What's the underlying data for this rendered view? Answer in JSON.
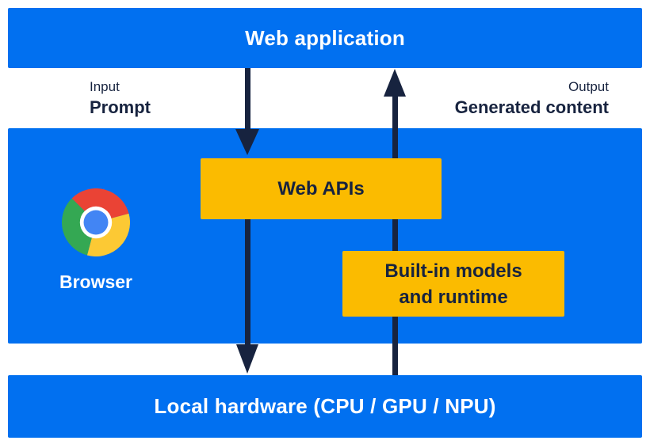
{
  "colors": {
    "blue": "#0170F0",
    "box_yellow": "#FBBB00",
    "ink": "#17233F",
    "chrome_red": "#EA4335",
    "chrome_yellow": "#FCC934",
    "chrome_green": "#34A853",
    "chrome_blue": "#4285F4"
  },
  "top_bar": {
    "label": "Web application"
  },
  "flow_labels": {
    "input": {
      "line1": "Input",
      "line2": "Prompt"
    },
    "output": {
      "line1": "Output",
      "line2": "Generated content"
    }
  },
  "browser": {
    "label": "Browser",
    "logo_icon": "chrome-logo"
  },
  "boxes": {
    "web_apis": {
      "label": "Web APIs"
    },
    "builtin_models": {
      "line1": "Built-in models",
      "line2": "and runtime"
    }
  },
  "bottom_bar": {
    "label": "Local hardware (CPU / GPU / NPU)"
  },
  "arrows": {
    "input_direction": "down",
    "output_direction": "up"
  }
}
